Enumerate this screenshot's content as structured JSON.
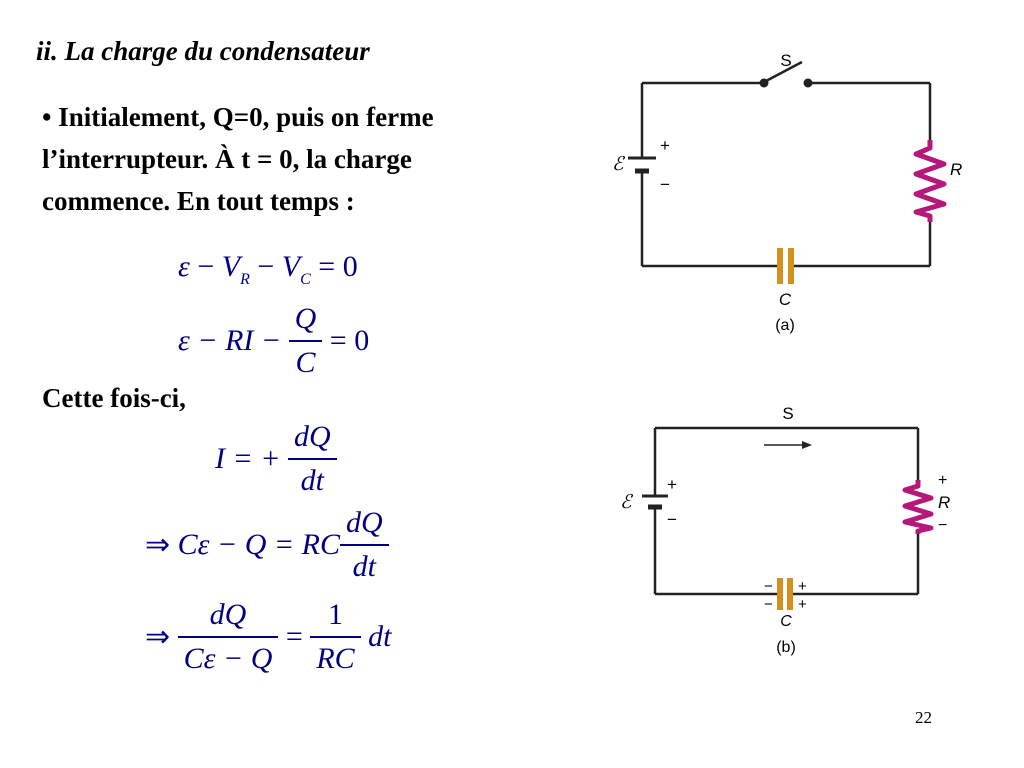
{
  "slide": {
    "title": "ii. La charge du condensateur",
    "bullet_lines": [
      "• Initialement, Q=0, puis on ferme",
      "l’interrupteur. À t = 0, la charge",
      "commence.  En tout temps :"
    ],
    "cette_fois": "Cette fois-ci,",
    "page_number": "22"
  },
  "equations": {
    "eq1": {
      "eps": "ε",
      "minus1": " − ",
      "v1": "V",
      "sub1": "R",
      "minus2": " − ",
      "v2": "V",
      "sub2": "C",
      "rhs": " = 0"
    },
    "eq2": {
      "lhs": "ε − RI − ",
      "num": "Q",
      "den": "C",
      "rhs": " = 0"
    },
    "eq3": {
      "lhs": "I = + ",
      "num": "dQ",
      "den": "dt"
    },
    "eq4": {
      "arrow": "⇒",
      "lhs": " Cε − Q = RC",
      "num": "dQ",
      "den": "dt"
    },
    "eq5": {
      "arrow": "⇒",
      "num1": "dQ",
      "den1": "Cε − Q",
      "eq": " = ",
      "num2": "1",
      "den2": "RC",
      "tail": " dt"
    }
  },
  "circuit_a": {
    "switch_label": "S",
    "emf_label": "ℰ",
    "plus": "+",
    "minus": "−",
    "resistor_label": "R",
    "capacitor_label": "C",
    "caption": "(a)"
  },
  "circuit_b": {
    "switch_label": "S",
    "emf_label": "ℰ",
    "plus": "+",
    "minus": "−",
    "resistor_label": "R",
    "r_plus": "+",
    "r_minus": "−",
    "capacitor_label": "C",
    "cap_minus_top": "−",
    "cap_plus_top": "+",
    "cap_minus_bottom": "−",
    "cap_plus_bottom": "+",
    "caption": "(b)"
  },
  "colors": {
    "equation": "#000080",
    "resistor": "#b5177a",
    "capacitor": "#d4901c",
    "wire": "#222222"
  }
}
